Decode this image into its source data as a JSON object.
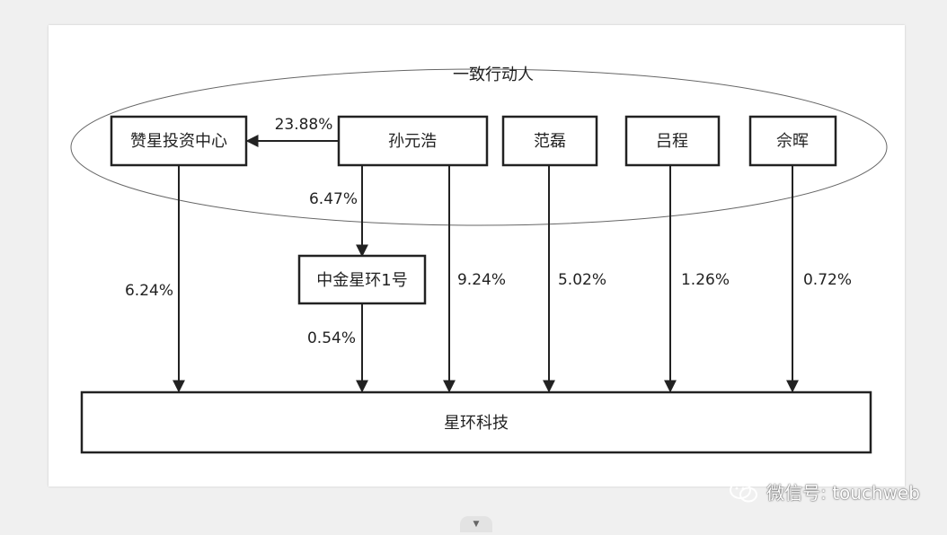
{
  "diagram": {
    "group_label": "一致行动人",
    "nodes": {
      "zanxing": "赞星投资中心",
      "sun": "孙元浩",
      "fan": "范磊",
      "lv": "吕程",
      "yu": "佘晖",
      "zhongjin": "中金星环1号",
      "target": "星环科技"
    },
    "edges": {
      "sun_to_zanxing": "23.88%",
      "sun_to_zhongjin": "6.47%",
      "zanxing_to_target": "6.24%",
      "zhongjin_to_target": "0.54%",
      "sun_to_target": "9.24%",
      "fan_to_target": "5.02%",
      "lv_to_target": "1.26%",
      "yu_to_target": "0.72%"
    }
  },
  "watermark": {
    "text": "微信号: touchweb",
    "icon": "wechat-icon"
  },
  "scroll_tab": {
    "icon": "caret-down-icon"
  }
}
